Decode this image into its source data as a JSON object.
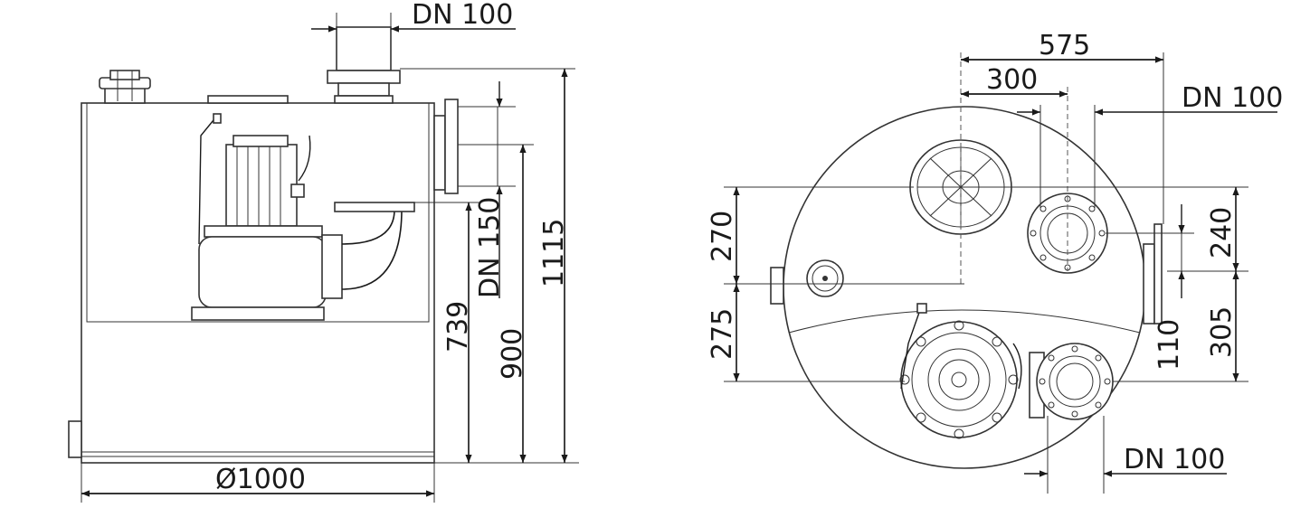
{
  "side_view": {
    "labels": {
      "dn_top": "DN 100",
      "dn_side": "DN 150",
      "h_739": "739",
      "h_900": "900",
      "h_1115": "1115",
      "diameter": "Ø1000"
    }
  },
  "plan_view": {
    "labels": {
      "w_575": "575",
      "w_300": "300",
      "dn_top": "DN 100",
      "dn_bottom": "DN 100",
      "h_270": "270",
      "h_275": "275",
      "h_240": "240",
      "h_305": "305",
      "h_110": "110"
    }
  }
}
